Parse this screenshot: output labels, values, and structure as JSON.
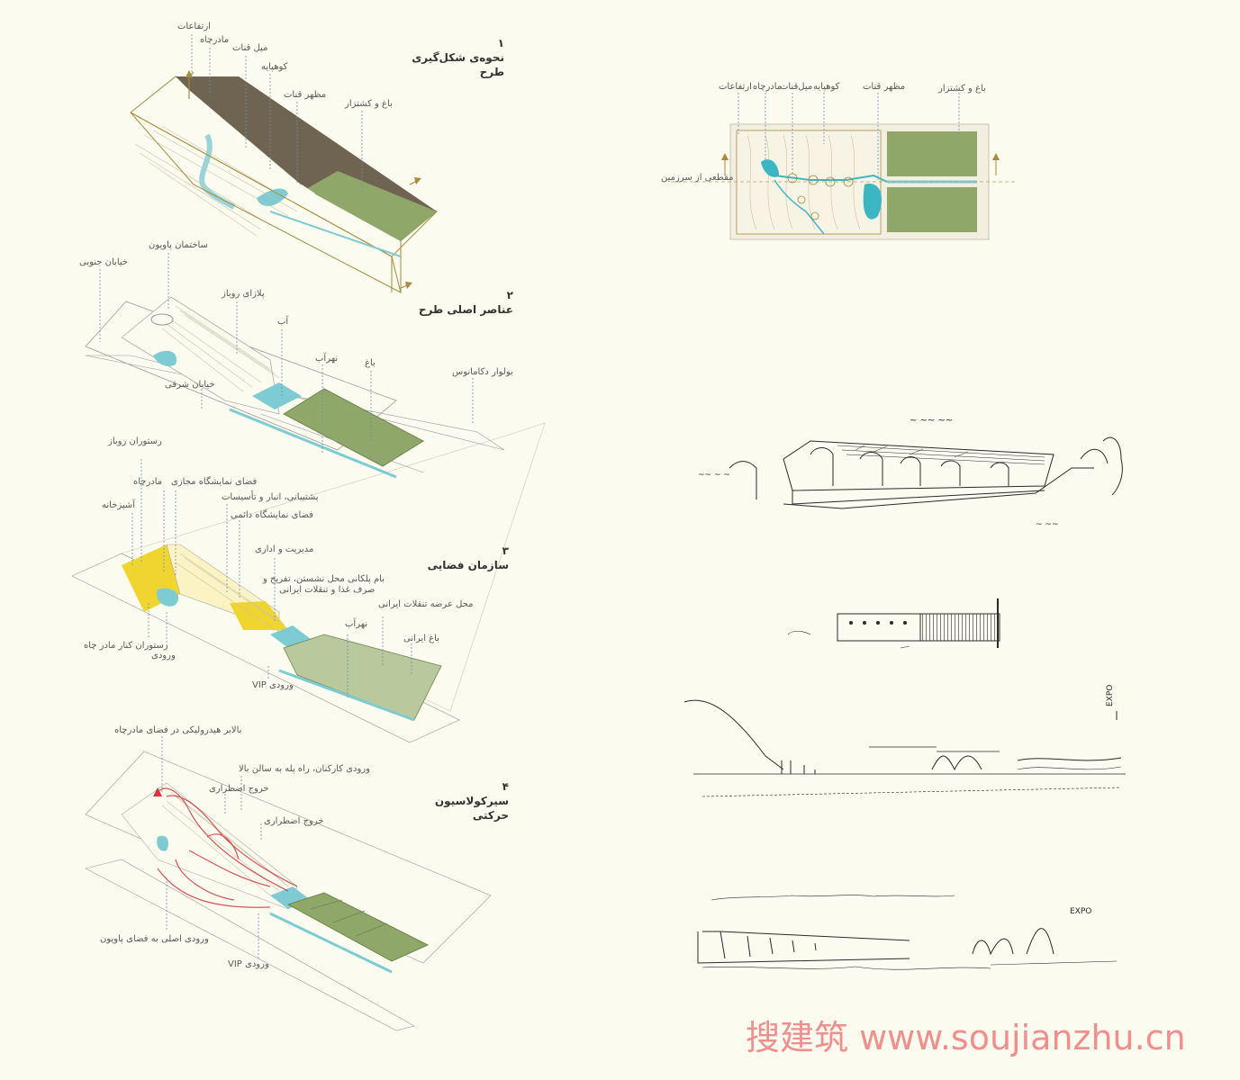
{
  "diagram1": {
    "number": "۱",
    "title": "نحوه‌ی شکل‌گیری طرح",
    "labels": [
      "ارتفاعات",
      "مادرچاه",
      "میل قنات",
      "کوهپایه",
      "مظهر قنات",
      "باغ و کشتزار"
    ]
  },
  "diagram2": {
    "number": "۲",
    "title": "عناصر اصلی طرح",
    "labels": [
      "ساختمان پاویون",
      "خیابان جنوبی",
      "پلازای روباز",
      "آب",
      "نهرآب",
      "باغ",
      "بولوار دکامانوس",
      "خیابان شرقی"
    ]
  },
  "diagram3": {
    "number": "۳",
    "title": "سازمان فضایی",
    "labels": [
      "رستوران روباز",
      "فضای نمایشگاه مجازی",
      "مادرچاه",
      "پشتیبانی، انبار و تأسیسات",
      "آشپزخانه",
      "فضای نمایشگاه دائمی",
      "مدیریت و اداری",
      "بام پلکانی محل نشستن، تفریح و",
      "صرف غذا و تنقلات ایرانی",
      "محل عرضه تنقلات ایرانی",
      "نهرآب",
      "باغ ایرانی",
      "رستوران کنار مادر چاه",
      "ورودی",
      "ورودی VIP"
    ]
  },
  "diagram4": {
    "number": "۴",
    "title": "سیرکولاسیون حرکتی",
    "labels": [
      "بالابر هیدرولیکی در فضای مادرچاه",
      "ورودی کارکنان، راه پله به سالن بالا",
      "خروج اضطراری",
      "خروج اضطراری",
      "ورودی اصلی به فضای پاویون",
      "ورودی VIP"
    ]
  },
  "plan": {
    "labels": [
      "ارتفاعات",
      "مادرچاه",
      "میل‌قنات",
      "کوهپایه",
      "مظهر قنات",
      "باغ و کشتزار",
      "مقطعی از سرزمین"
    ]
  },
  "sketches": {
    "expo": "EXPO"
  },
  "watermark": "搜建筑 www.soujianzhu.cn",
  "colors": {
    "background": "#fcfbef",
    "garden": "#8fa86a",
    "water": "#7fcbd3",
    "yellow": "#f0d531",
    "brown": "#5e5546",
    "gold": "#a88b3c",
    "red": "#d4363a"
  }
}
